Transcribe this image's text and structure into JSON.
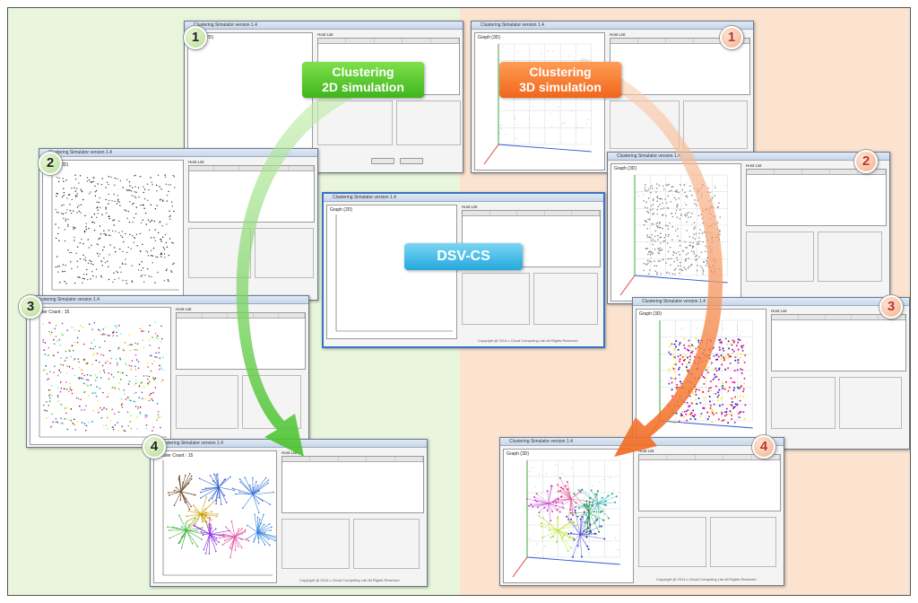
{
  "labels": {
    "clustering_2d": [
      "Clustering",
      "2D simulation"
    ],
    "clustering_3d": [
      "Clustering",
      "3D simulation"
    ],
    "center": "DSV-CS"
  },
  "badges": {
    "one": "1",
    "two": "2",
    "three": "3",
    "four": "4"
  },
  "windows": {
    "title": "Clustering Simulator version 1.4",
    "graph_2d": "Graph (2D)",
    "graph_3d": "Graph (3D)",
    "host_list": "Host List",
    "cluster_count_15": "Cluster Count : 15",
    "copyright": "Copyright @ 2014 c-Cloud Computing Lab All Rights Reserved"
  },
  "colors": {
    "green_label": "#3fb51e",
    "orange_label": "#f0661c",
    "blue_label": "#25a8dd",
    "left_bg": "#e9f5dc",
    "right_bg": "#fbe3d0"
  }
}
